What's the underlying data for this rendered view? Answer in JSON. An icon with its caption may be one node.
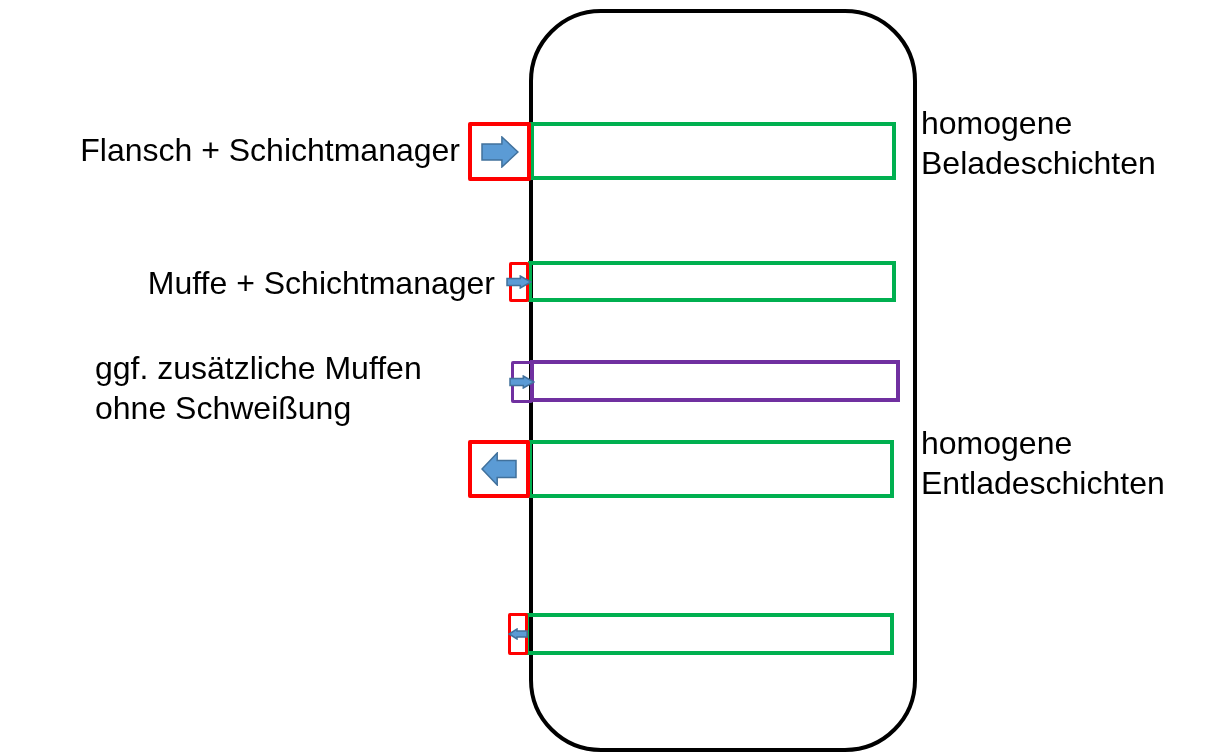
{
  "diagram": {
    "nodes": [
      {
        "text": [],
        "shape": "cylinder"
      },
      {
        "text": [],
        "shape": "bar",
        "in": 0,
        "beside": [
          "homogene Beladeschichten"
        ]
      },
      {
        "text": [],
        "shape": "bar",
        "in": 0
      },
      {
        "text": [],
        "shape": "bar",
        "in": 0
      },
      {
        "text": [],
        "shape": "bar",
        "in": 0,
        "beside": [
          "homogene Entladeschichten"
        ]
      },
      {
        "text": [],
        "shape": "bar",
        "in": 0
      },
      {
        "text": [],
        "shape": "box",
        "beside": [
          "Flansch + Schichtmanager"
        ]
      },
      {
        "text": [],
        "shape": "box",
        "beside": [
          "Muffe + Schichtmanager"
        ]
      },
      {
        "text": [],
        "shape": "box"
      },
      {
        "text": [],
        "shape": "box"
      },
      {
        "text": [],
        "shape": "box"
      }
    ],
    "labels": [
      "ggf. zusätzliche Muffen ohne Schweißung"
    ]
  }
}
